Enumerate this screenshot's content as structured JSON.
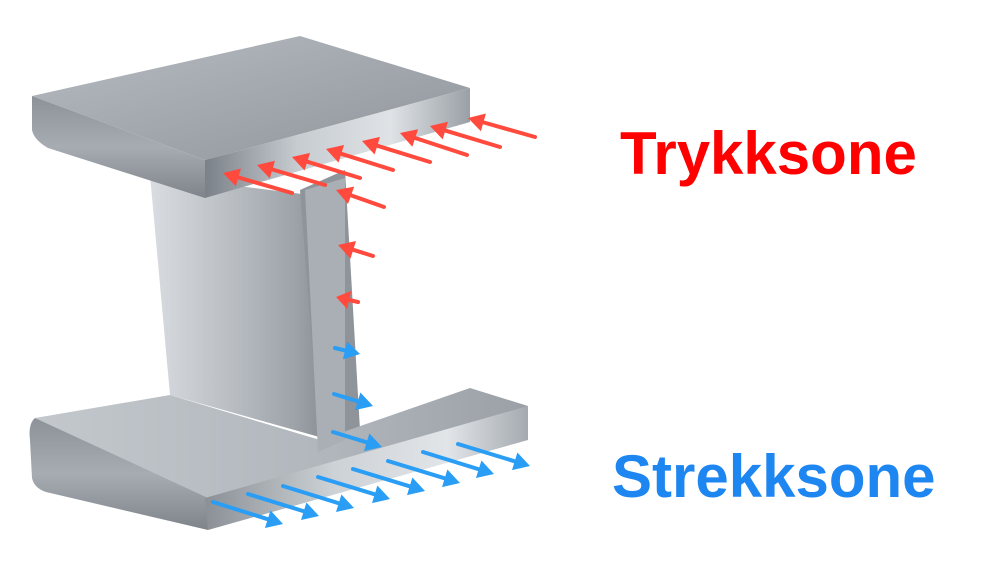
{
  "labels": {
    "compression": "Trykksone",
    "tension": "Strekksone"
  },
  "colors": {
    "compression": "#ff0000",
    "tension": "#1e86f0",
    "compression_arrow": "#ff4a3d",
    "tension_arrow": "#2a9df4",
    "steel_light": "#c9ced3",
    "steel_mid": "#9ea4aa",
    "steel_dark": "#6d737a"
  },
  "icons": {
    "beam": "i-beam-cross-section",
    "compression_arrow": "arrow-left-icon",
    "tension_arrow": "arrow-right-icon"
  }
}
